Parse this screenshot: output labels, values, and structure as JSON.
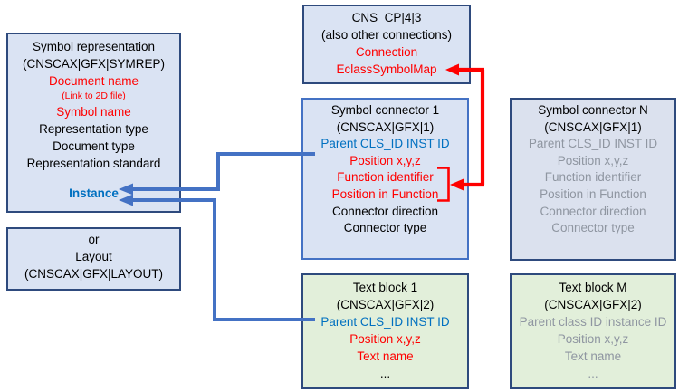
{
  "palette": {
    "box_blue_bg": "#dae3f3",
    "box_bluegray_bg": "#dbe1ee",
    "box_green_bg": "#e2efda",
    "border_navy": "#2e4a7d",
    "border_light_blue": "#4472c4",
    "text_red": "#ff0000",
    "text_blue": "#0070c0",
    "text_gray": "#8f96a1",
    "arrow_blue": "#4472c4",
    "arrow_red": "#ff0000"
  },
  "boxes": {
    "cns_cp": {
      "rows": [
        {
          "text": "CNS_CP|4|3"
        },
        {
          "text": "(also other connections)"
        },
        {
          "text": "Connection"
        },
        {
          "text": "EclassSymbolMap"
        }
      ]
    },
    "symbol_representation": {
      "rows": [
        {
          "text": "Symbol representation"
        },
        {
          "text": "(CNSCAX|GFX|SYMREP)"
        },
        {
          "text": "Document name"
        },
        {
          "text": "(Link to 2D file)"
        },
        {
          "text": "Symbol name"
        },
        {
          "text": "Representation type"
        },
        {
          "text": "Document type"
        },
        {
          "text": "Representation standard"
        },
        {
          "text": "Instance"
        }
      ]
    },
    "or_layout": {
      "rows": [
        {
          "text": "or"
        },
        {
          "text": "Layout"
        },
        {
          "text": "(CNSCAX|GFX|LAYOUT)"
        }
      ]
    },
    "symbol_connector_1": {
      "rows": [
        {
          "text": "Symbol connector 1"
        },
        {
          "text": "(CNSCAX|GFX|1)"
        },
        {
          "text": "Parent CLS_ID INST ID"
        },
        {
          "text": "Position x,y,z"
        },
        {
          "text": "Function identifier"
        },
        {
          "text": "Position in Function"
        },
        {
          "text": "Connector direction"
        },
        {
          "text": "Connector type"
        }
      ]
    },
    "symbol_connector_n": {
      "rows": [
        {
          "text": "Symbol connector N"
        },
        {
          "text": "(CNSCAX|GFX|1)"
        },
        {
          "text": "Parent CLS_ID INST ID"
        },
        {
          "text": "Position x,y,z"
        },
        {
          "text": "Function identifier"
        },
        {
          "text": "Position in Function"
        },
        {
          "text": "Connector direction"
        },
        {
          "text": "Connector type"
        }
      ]
    },
    "text_block_1": {
      "rows": [
        {
          "text": "Text block 1"
        },
        {
          "text": "(CNSCAX|GFX|2)"
        },
        {
          "text": "Parent CLS_ID INST ID"
        },
        {
          "text": "Position x,y,z"
        },
        {
          "text": "Text name"
        },
        {
          "text": "..."
        }
      ]
    },
    "text_block_m": {
      "rows": [
        {
          "text": "Text block M"
        },
        {
          "text": "(CNSCAX|GFX|2)"
        },
        {
          "text": "Parent class ID instance ID"
        },
        {
          "text": "Position x,y,z"
        },
        {
          "text": "Text name"
        },
        {
          "text": "..."
        }
      ]
    }
  },
  "arrows": [
    {
      "id": "blue-link-symbol-connector-1-to-instance",
      "color": "#4472c4",
      "from": "symbol_connector_1.parent_cls_id_inst_id",
      "to": "symbol_representation.instance"
    },
    {
      "id": "blue-link-text-block-1-to-instance",
      "color": "#4472c4",
      "from": "text_block_1.parent_cls_id_inst_id",
      "to": "symbol_representation.instance"
    },
    {
      "id": "red-link-eclasssymbolmap-function-fields",
      "color": "#ff0000",
      "from": "symbol_connector_1.function_identifier_position_in_function",
      "to": "cns_cp.eclasssymbolmap"
    }
  ]
}
